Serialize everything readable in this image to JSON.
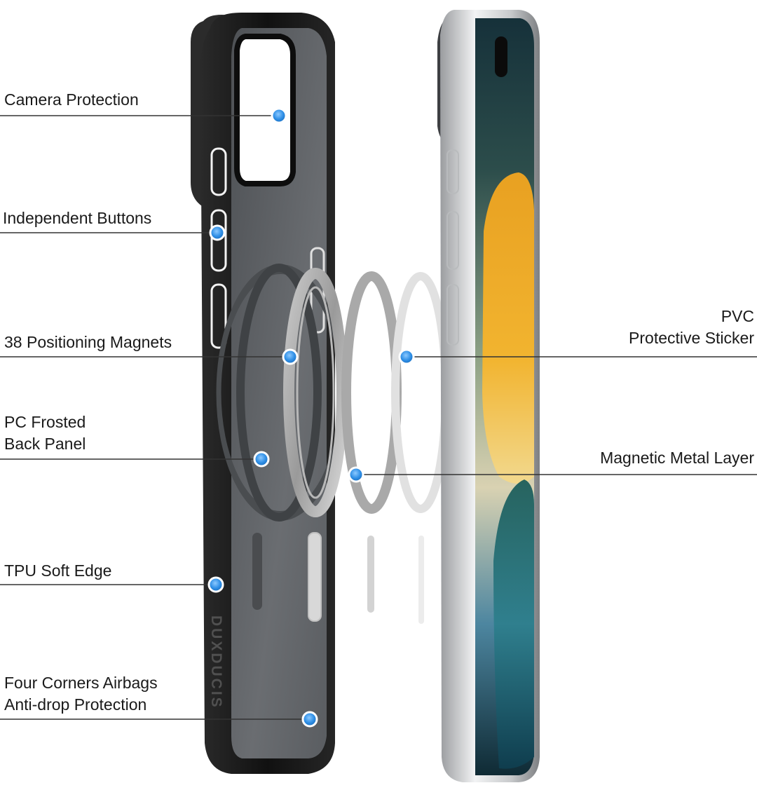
{
  "brand": "DUXDUCIS",
  "colors": {
    "line": "#333333",
    "dot": "#2f8fe6",
    "case_black": "#1c1c1c",
    "frosted_panel": "#5f6266",
    "phone_frame": "#d9dadc"
  },
  "callouts_left": [
    {
      "id": "camera-protection",
      "lines": [
        "Camera Protection"
      ]
    },
    {
      "id": "independent-buttons",
      "lines": [
        "Independent Buttons"
      ]
    },
    {
      "id": "positioning-magnets",
      "lines": [
        "38 Positioning Magnets"
      ]
    },
    {
      "id": "pc-frosted-back-panel",
      "lines": [
        "PC Frosted",
        "Back Panel"
      ]
    },
    {
      "id": "tpu-soft-edge",
      "lines": [
        "TPU Soft Edge"
      ]
    },
    {
      "id": "four-corners-airbags",
      "lines": [
        "Four Corners Airbags",
        "Anti-drop Protection"
      ]
    }
  ],
  "callouts_right": [
    {
      "id": "pvc-protective-sticker",
      "lines": [
        "PVC",
        "Protective Sticker"
      ]
    },
    {
      "id": "magnetic-metal-layer",
      "lines": [
        "Magnetic Metal Layer"
      ]
    }
  ]
}
